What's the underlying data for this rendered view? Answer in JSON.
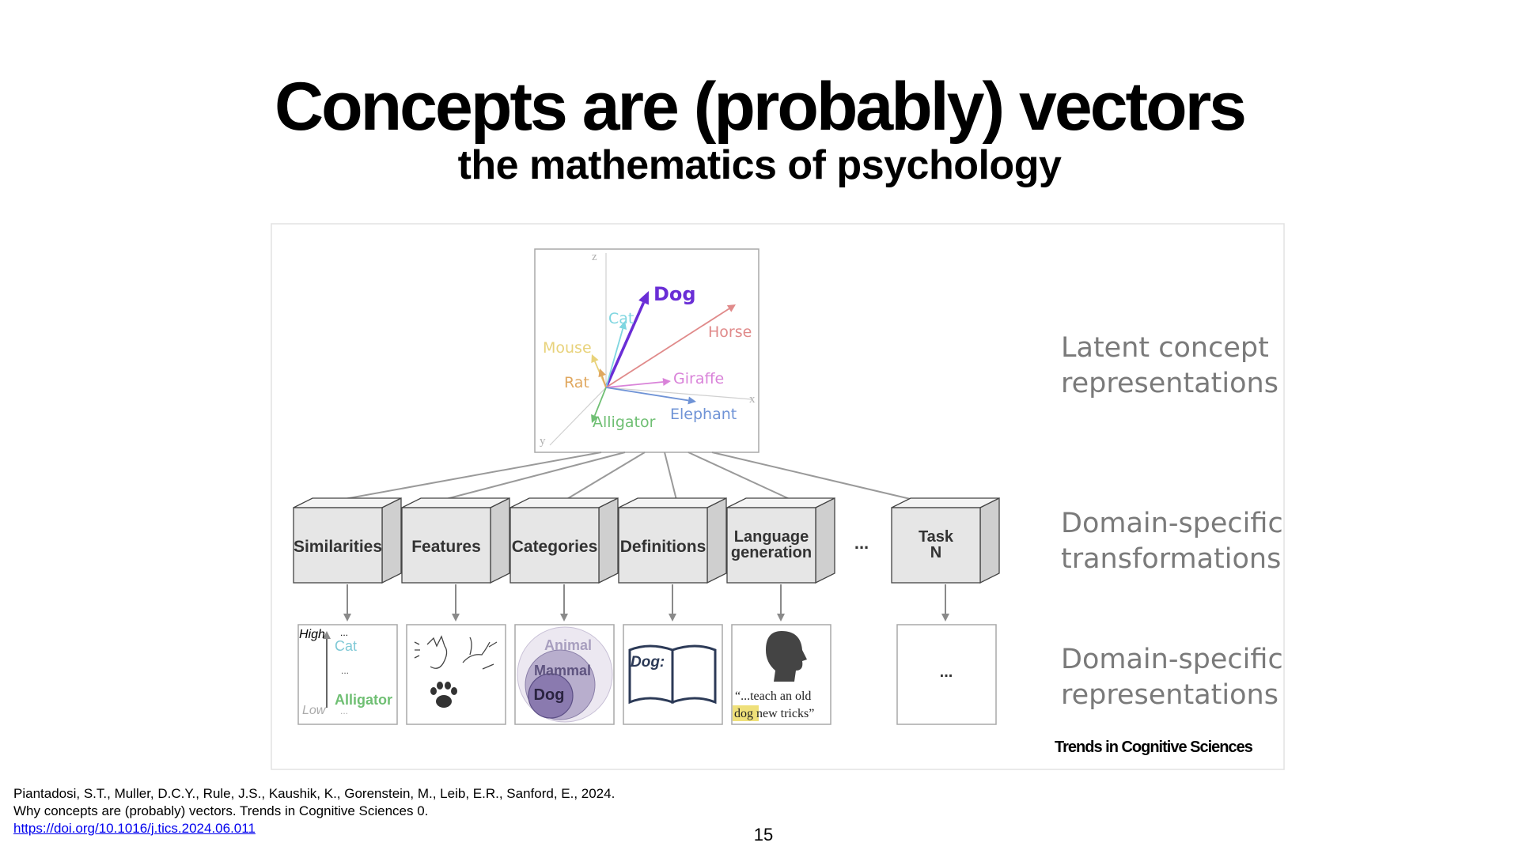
{
  "slide": {
    "title": "Concepts are (probably) vectors",
    "subtitle": "the mathematics of psychology",
    "page_number": "15"
  },
  "figure": {
    "latent_space": {
      "axes": {
        "x": "x",
        "y": "y",
        "z": "z"
      },
      "vectors": [
        {
          "label": "Dog",
          "color": "#6a2ed6"
        },
        {
          "label": "Cat",
          "color": "#7fd6e0"
        },
        {
          "label": "Horse",
          "color": "#e08a8a"
        },
        {
          "label": "Mouse",
          "color": "#e8d27a"
        },
        {
          "label": "Rat",
          "color": "#e0a860"
        },
        {
          "label": "Giraffe",
          "color": "#d983d9"
        },
        {
          "label": "Elephant",
          "color": "#6f93d6"
        },
        {
          "label": "Alligator",
          "color": "#6fbf73"
        }
      ]
    },
    "transformations": [
      "Similarities",
      "Features",
      "Categories",
      "Definitions",
      "Language generation",
      "...",
      "Task N"
    ],
    "row_labels": {
      "latent": [
        "Latent concept",
        "representations"
      ],
      "transform": [
        "Domain-specific",
        "transformations"
      ],
      "represent": [
        "Domain-specific",
        "representations"
      ]
    },
    "similarity_panel": {
      "high": "High",
      "low": "Low",
      "top": "Cat",
      "bottom": "Alligator",
      "ellipsis": "..."
    },
    "categories_panel": {
      "outer": "Animal",
      "middle": "Mammal",
      "inner": "Dog"
    },
    "definitions_panel": {
      "text": "Dog:"
    },
    "language_panel": {
      "line1": "“...teach an old",
      "highlight": "dog",
      "rest": " new tricks”"
    },
    "task_n_panel": {
      "text": "..."
    },
    "journal": "Trends in Cognitive Sciences"
  },
  "citation": {
    "text": "Piantadosi, S.T., Muller, D.C.Y., Rule, J.S., Kaushik, K., Gorenstein, M., Leib, E.R., Sanford, E., 2024. Why concepts are (probably) vectors. Trends in Cognitive Sciences 0. ",
    "link": "https://doi.org/10.1016/j.tics.2024.06.011"
  }
}
